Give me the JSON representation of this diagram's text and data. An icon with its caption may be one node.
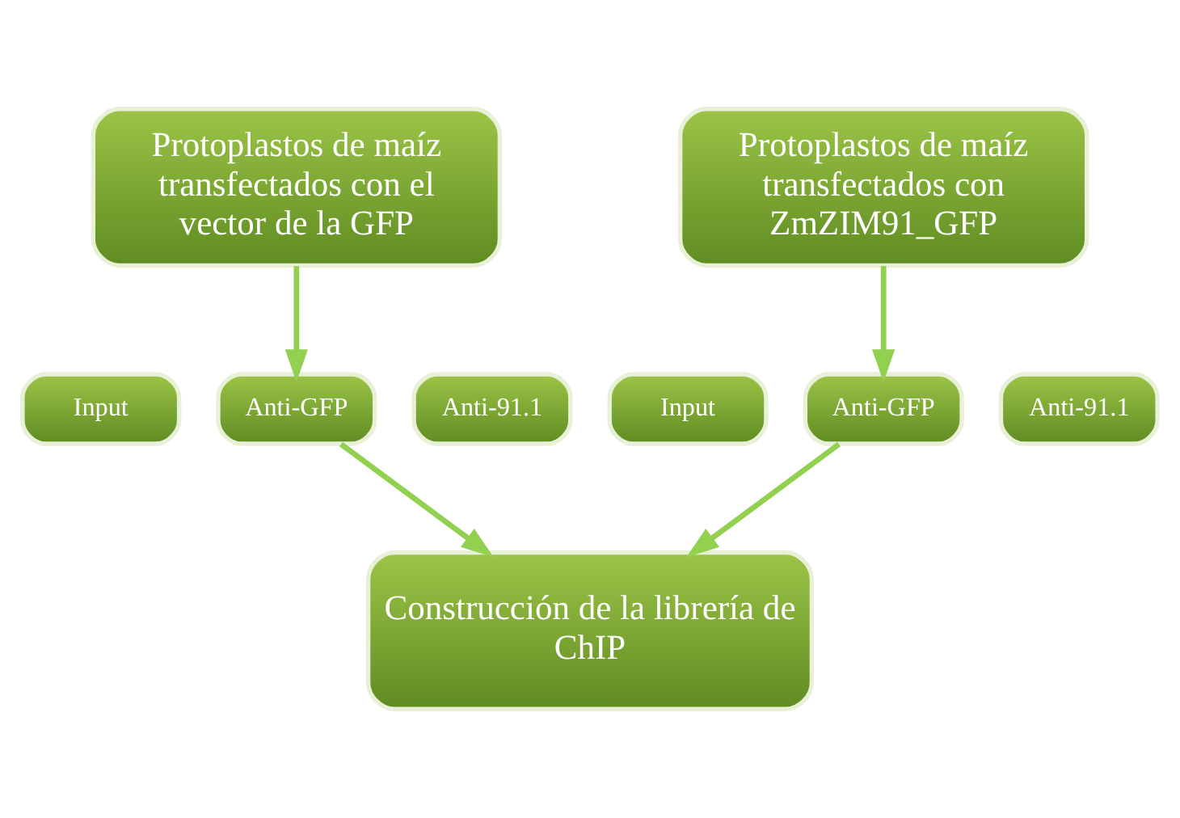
{
  "diagram": {
    "nodes": [
      {
        "text": [
          "Protoplastos de maíz transfectados con el vector de la GFP"
        ]
      },
      {
        "text": [
          "Protoplastos de maíz transfectados con ZmZIM91_GFP"
        ]
      },
      {
        "text": [
          "Input"
        ]
      },
      {
        "text": [
          "Anti-GFP"
        ]
      },
      {
        "text": [
          "Anti-91.1"
        ]
      },
      {
        "text": [
          "Input"
        ]
      },
      {
        "text": [
          "Anti-GFP"
        ]
      },
      {
        "text": [
          "Anti-91.1"
        ]
      },
      {
        "text": [
          "Construcción de la librería de ChIP"
        ]
      }
    ],
    "edges": [
      {
        "from": 0,
        "to": 3,
        "arrow": "to"
      },
      {
        "from": 1,
        "to": 6,
        "arrow": "to"
      },
      {
        "from": 3,
        "to": 8,
        "arrow": "to"
      },
      {
        "from": 6,
        "to": 8,
        "arrow": "to"
      }
    ]
  }
}
